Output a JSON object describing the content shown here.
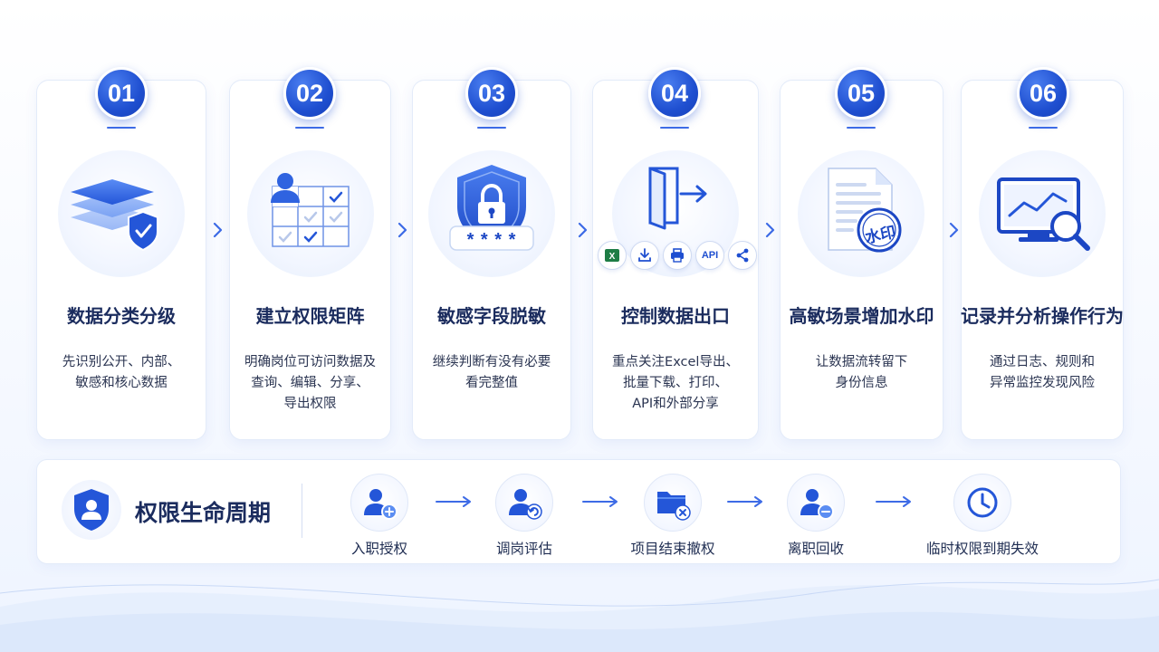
{
  "cards": [
    {
      "num": "01",
      "title": "数据分类分级",
      "desc": [
        "先识别公开、内部、",
        "敏感和核心数据"
      ],
      "icon": "layers-shield-icon"
    },
    {
      "num": "02",
      "title": "建立权限矩阵",
      "desc": [
        "明确岗位可访问数据及",
        "查询、编辑、分享、",
        "导出权限"
      ],
      "icon": "user-matrix-icon"
    },
    {
      "num": "03",
      "title": "敏感字段脱敏",
      "desc": [
        "继续判断有没有必要",
        "看完整值"
      ],
      "icon": "lock-shield-icon",
      "mask_text": "* * * *"
    },
    {
      "num": "04",
      "title": "控制数据出口",
      "desc": [
        "重点关注Excel导出、",
        "批量下载、打印、",
        "API和外部分享"
      ],
      "icon": "exit-door-icon",
      "chips": [
        {
          "icon": "excel-icon",
          "text": "X"
        },
        {
          "icon": "download-icon",
          "text": ""
        },
        {
          "icon": "printer-icon",
          "text": ""
        },
        {
          "icon": "api-icon",
          "text": "API"
        },
        {
          "icon": "share-icon",
          "text": ""
        }
      ]
    },
    {
      "num": "05",
      "title": "高敏场景增加水印",
      "desc": [
        "让数据流转留下",
        "身份信息"
      ],
      "icon": "watermark-document-icon",
      "stamp_text": "水印"
    },
    {
      "num": "06",
      "title": "记录并分析操作行为",
      "desc": [
        "通过日志、规则和",
        "异常监控发现风险"
      ],
      "icon": "monitor-magnifier-icon"
    }
  ],
  "lifecycle": {
    "title": "权限生命周期",
    "steps": [
      {
        "label": "入职授权",
        "icon": "user-add-icon"
      },
      {
        "label": "调岗评估",
        "icon": "user-refresh-icon"
      },
      {
        "label": "项目结束撤权",
        "icon": "folder-remove-icon"
      },
      {
        "label": "离职回收",
        "icon": "user-remove-icon"
      },
      {
        "label": "临时权限到期失效",
        "icon": "clock-icon"
      }
    ]
  },
  "colors": {
    "primary": "#1f4fd0",
    "accent": "#3d6be6",
    "text": "#1b2c5e"
  }
}
